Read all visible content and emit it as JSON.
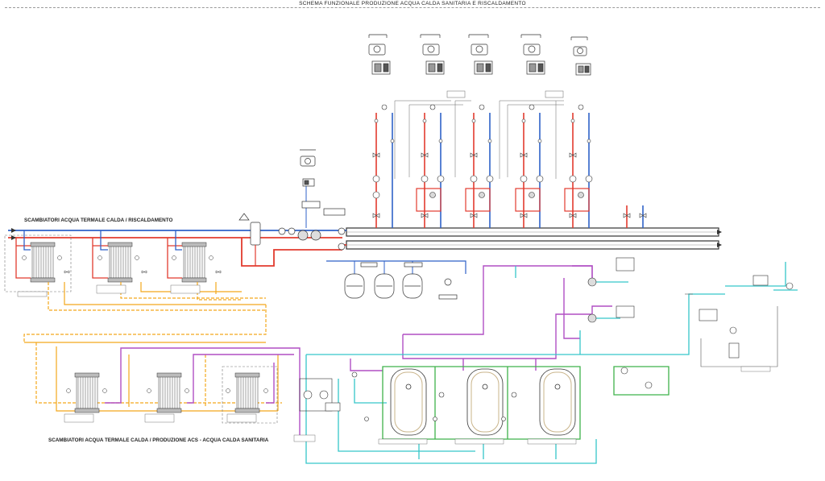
{
  "header": {
    "title": "SCHEMA FUNZIONALE PRODUZIONE ACQUA CALDA SANITARIA E RISCALDAMENTO"
  },
  "sections": {
    "heating": "SCAMBIATORI ACQUA TERMALE CALDA / RISCALDAMENTO",
    "dhw": "SCAMBIATORI ACQUA TERMALE CALDA / PRODUZIONE ACS - ACQUA CALDA SANITARIA"
  },
  "colors": {
    "hot": "#e23b2e",
    "cold": "#2f62c8",
    "thermal": "#f3a81c",
    "recirc": "#b04fc4",
    "network": "#36c7c9",
    "green": "#3fb24a",
    "line": "#333333"
  }
}
